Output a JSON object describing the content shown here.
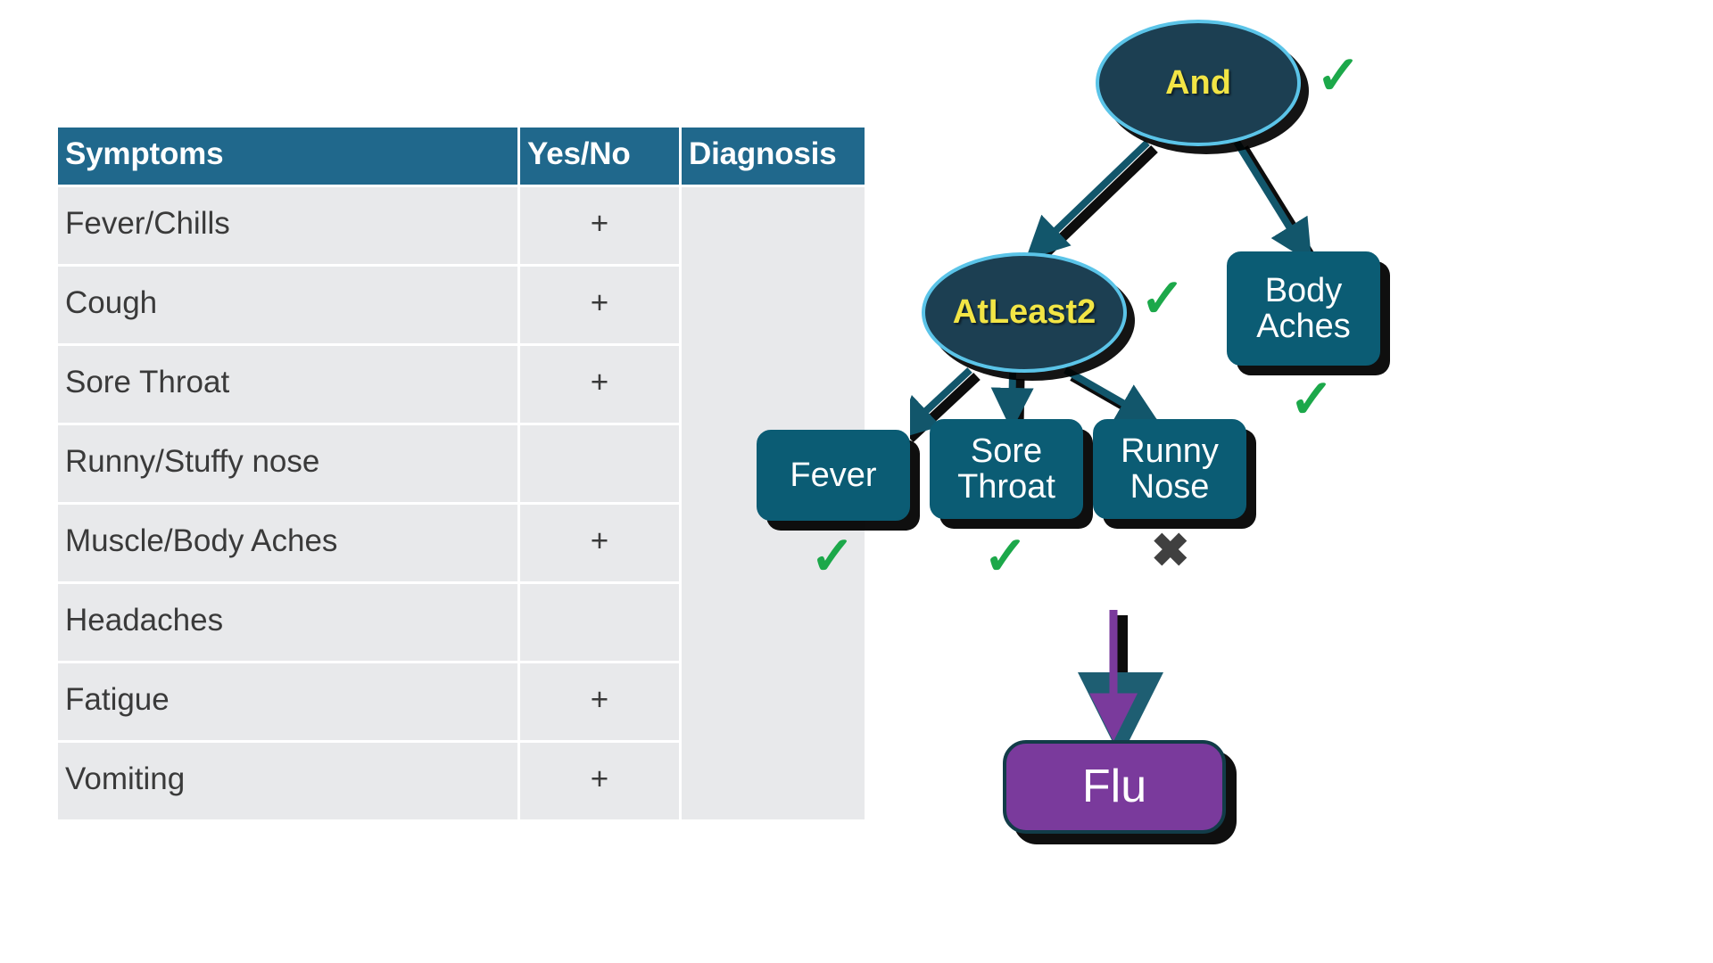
{
  "table": {
    "headers": [
      "Symptoms",
      "Yes/No",
      "Diagnosis"
    ],
    "rows": [
      {
        "symptom": "Fever/Chills",
        "yesno": "+"
      },
      {
        "symptom": "Cough",
        "yesno": "+"
      },
      {
        "symptom": "Sore Throat",
        "yesno": "+"
      },
      {
        "symptom": "Runny/Stuffy nose",
        "yesno": ""
      },
      {
        "symptom": "Muscle/Body Aches",
        "yesno": "+"
      },
      {
        "symptom": "Headaches",
        "yesno": ""
      },
      {
        "symptom": "Fatigue",
        "yesno": "+"
      },
      {
        "symptom": "Vomiting",
        "yesno": "+"
      }
    ],
    "diagnosis": "flu",
    "header_bg": "#20688C",
    "cell_bg": "#E8E9EB"
  },
  "diagram": {
    "nodes": {
      "and": {
        "label": "And",
        "type": "operator",
        "mark": "✓"
      },
      "atleast2": {
        "label": "AtLeast2",
        "type": "operator",
        "mark": "✓"
      },
      "fever": {
        "label": "Fever",
        "type": "leaf",
        "mark": "✓"
      },
      "sore": {
        "label": "Sore\nThroat",
        "type": "leaf",
        "mark": "✓"
      },
      "sore_l1": {
        "label": "Sore"
      },
      "sore_l2": {
        "label": "Throat"
      },
      "runny_l1": {
        "label": "Runny"
      },
      "runny_l2": {
        "label": "Nose"
      },
      "runny": {
        "label": "Runny Nose",
        "type": "leaf",
        "mark": "✖"
      },
      "body_l1": {
        "label": "Body"
      },
      "body_l2": {
        "label": "Aches"
      },
      "body": {
        "label": "Body Aches",
        "type": "leaf",
        "mark": "✓"
      },
      "flu": {
        "label": "Flu",
        "type": "result"
      }
    },
    "marks": {
      "check": "✓",
      "cross": "✖"
    },
    "colors": {
      "operator_fill": "#1C3F52",
      "operator_border": "#5BC4E8",
      "operator_text": "#F2E545",
      "leaf_fill": "#0B5C74",
      "leaf_text": "#FFFFFF",
      "result_fill": "#7A3A9C",
      "result_border": "#123C48",
      "check_color": "#1CA84A",
      "cross_color": "#404040",
      "edge_color": "#12566B",
      "arrow_purple": "#7A3A9C"
    }
  }
}
